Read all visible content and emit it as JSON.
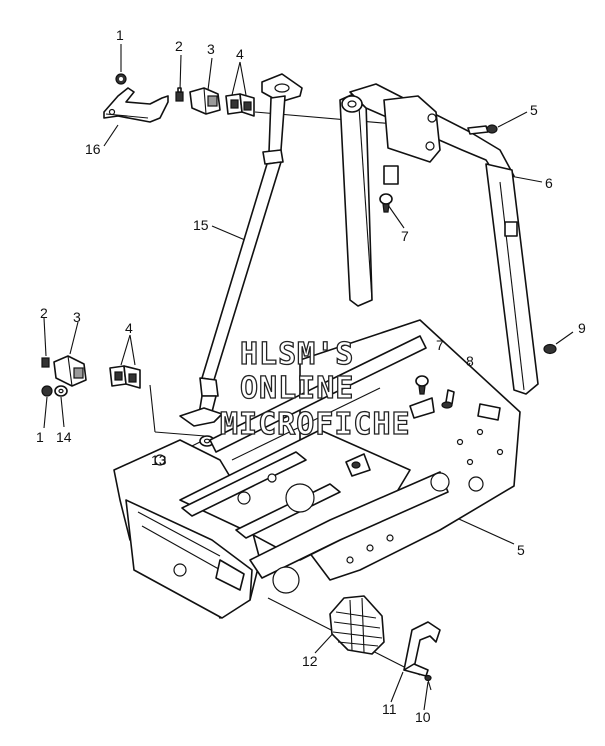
{
  "callouts": [
    {
      "id": "c1a",
      "text": "1"
    },
    {
      "id": "c2a",
      "text": "2"
    },
    {
      "id": "c3a",
      "text": "3"
    },
    {
      "id": "c4a",
      "text": "4"
    },
    {
      "id": "c5a",
      "text": "5"
    },
    {
      "id": "c6",
      "text": "6"
    },
    {
      "id": "c7a",
      "text": "7"
    },
    {
      "id": "c16",
      "text": "16"
    },
    {
      "id": "c15",
      "text": "15"
    },
    {
      "id": "c9",
      "text": "9"
    },
    {
      "id": "c7b",
      "text": "7"
    },
    {
      "id": "c8",
      "text": "8"
    },
    {
      "id": "c2b",
      "text": "2"
    },
    {
      "id": "c3b",
      "text": "3"
    },
    {
      "id": "c4b",
      "text": "4"
    },
    {
      "id": "c1b",
      "text": "1"
    },
    {
      "id": "c14",
      "text": "14"
    },
    {
      "id": "c13",
      "text": "13"
    },
    {
      "id": "c5b",
      "text": "5"
    },
    {
      "id": "c12",
      "text": "12"
    },
    {
      "id": "c11",
      "text": "11"
    },
    {
      "id": "c10",
      "text": "10"
    }
  ],
  "watermark": {
    "line1": "HLSM'S",
    "line2": "ONLINE",
    "line3": "MICROFICHE"
  }
}
